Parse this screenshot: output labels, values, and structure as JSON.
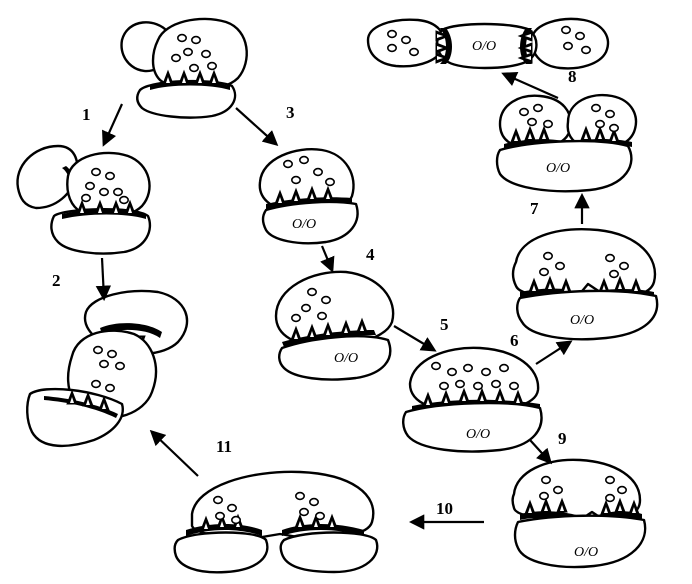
{
  "labels": {
    "s1": "1",
    "s2": "2",
    "s3": "3",
    "s4": "4",
    "s5": "5",
    "s6": "6",
    "s7": "7",
    "s8": "8",
    "s9": "9",
    "s10": "10",
    "s11": "11"
  }
}
